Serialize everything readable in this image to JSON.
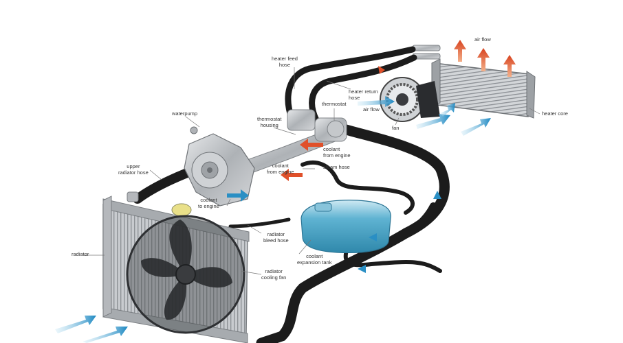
{
  "labels": {
    "air_flow_top": "air flow",
    "heater_feed_hose": "heater feed\nhose",
    "heater_return_hose": "heater return\nhose",
    "air_flow_fan": "air flow",
    "thermostat": "thermostat",
    "heater_core": "heater core",
    "fan": "fan",
    "waterpump": "waterpump",
    "thermostat_housing": "thermostat\nhousing",
    "coolant_from_engine_right": "coolant\nfrom engine",
    "upper_radiator_hose": "upper\nradiator hose",
    "coolant_from_engine_left": "coolant\nfrom engine",
    "steam_hose": "steam hose",
    "coolant_to_engine": "coolant\nto engine",
    "radiator": "radiator",
    "radiator_bleed_hose": "radiator\nbleed hose",
    "coolant_expansion_tank": "coolant\nexpansion tank",
    "radiator_cooling_fan": "radiator\ncooling fan"
  },
  "colors": {
    "hose": "#1c1c1c",
    "metal": "#b9bcc0",
    "coolant_tank": "#4aa3c4",
    "hot_arrow": "#e0502a",
    "cold_arrow": "#2a8fc4"
  }
}
